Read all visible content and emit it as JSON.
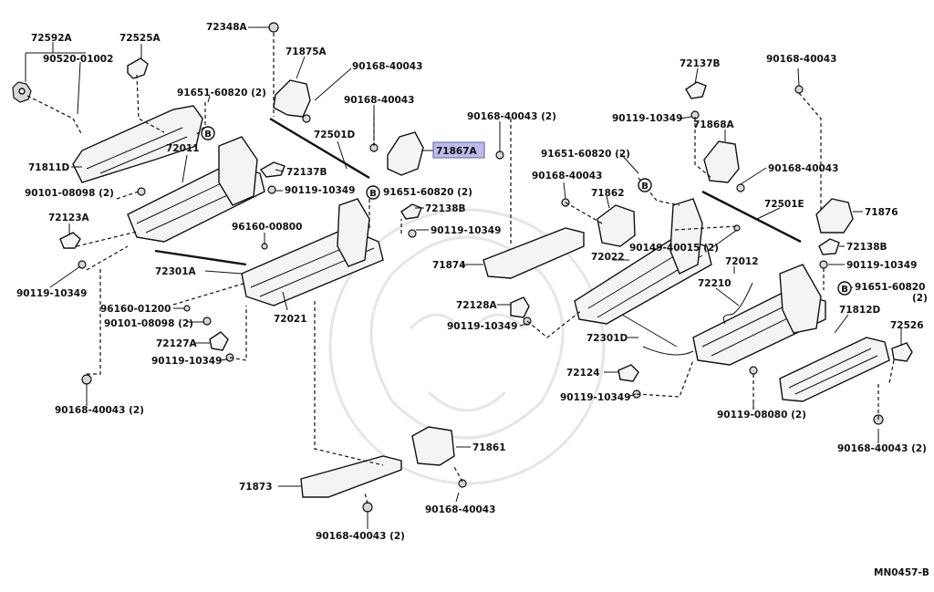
{
  "diagram_code": "MN0457-B",
  "highlighted_part": "71867A",
  "circle_marker": "B",
  "labels": {
    "p72592A": "72592A",
    "p90520_01002": "90520-01002",
    "p72525A": "72525A",
    "p72348A": "72348A",
    "p71875A": "71875A",
    "p90168_40043_a": "90168-40043",
    "p90168_40043_b": "90168-40043",
    "p91651_60820_2_a": "91651-60820 (2)",
    "p71811D": "71811D",
    "p72011": "72011",
    "p72137B_a": "72137B",
    "p90101_08098_2_a": "90101-08098 (2)",
    "p90119_10349_a": "90119-10349",
    "p91651_60820_2_b": "91651-60820 (2)",
    "p72123A": "72123A",
    "p72501D": "72501D",
    "p71867A": "71867A",
    "p72138B_a": "72138B",
    "p96160_00800": "96160-00800",
    "p90119_10349_b": "90119-10349",
    "p90119_10349_c": "90119-10349",
    "p72301A": "72301A",
    "p96160_01200": "96160-01200",
    "p90101_08098_2_b": "90101-08098 (2)",
    "p72021": "72021",
    "p72127A": "72127A",
    "p90119_10349_d": "90119-10349",
    "p90168_40043_2_a": "90168-40043 (2)",
    "p90168_40043_2_b": "90168-40043 (2)",
    "p71874": "71874",
    "p72128A": "72128A",
    "p90119_10349_e": "90119-10349",
    "p91651_60820_2_c": "91651-60820 (2)",
    "p90168_40043_c": "90168-40043",
    "p71862": "71862",
    "p72022": "72022",
    "p72137B_b": "72137B",
    "p90168_40043_d": "90168-40043",
    "p90119_10349_f": "90119-10349",
    "p71868A": "71868A",
    "p90168_40043_e": "90168-40043",
    "p72501E": "72501E",
    "p71876": "71876",
    "p90149_40015_2": "90149-40015 (2)",
    "p72138B_b": "72138B",
    "p72012": "72012",
    "p72210": "72210",
    "p90119_10349_g": "90119-10349",
    "p91651_60820": "91651-60820",
    "p_2": "(2)",
    "p71812D": "71812D",
    "p72526": "72526",
    "p72301D": "72301D",
    "p72124": "72124",
    "p90119_10349_h": "90119-10349",
    "p90119_08080_2": "90119-08080 (2)",
    "p90168_40043_2_c": "90168-40043 (2)",
    "p71861": "71861",
    "p71873": "71873",
    "p90168_40043_f": "90168-40043",
    "p90168_40043_2_d": "90168-40043 (2)"
  }
}
